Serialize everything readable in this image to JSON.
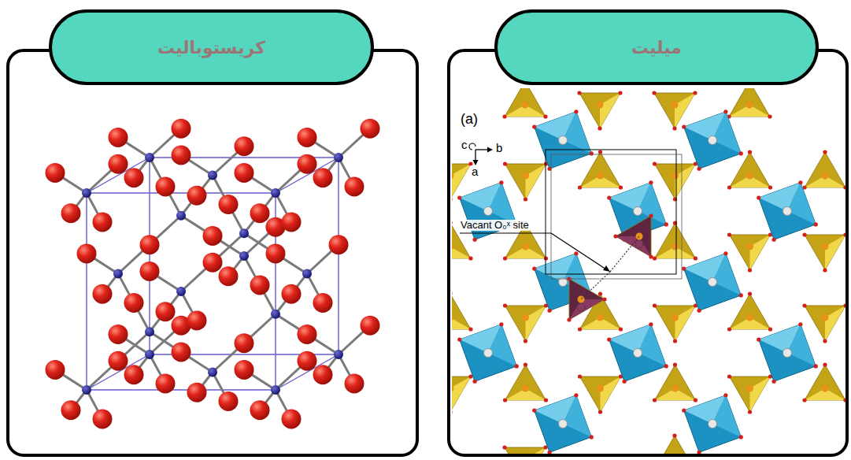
{
  "diagram": {
    "nodes": [
      {
        "text": [
          "کریستوبالیت"
        ]
      },
      {
        "text": [
          "میلیت"
        ]
      }
    ],
    "labels": [
      "(a)",
      "c",
      "b",
      "a",
      "Vacant O₀ˣ site"
    ]
  }
}
